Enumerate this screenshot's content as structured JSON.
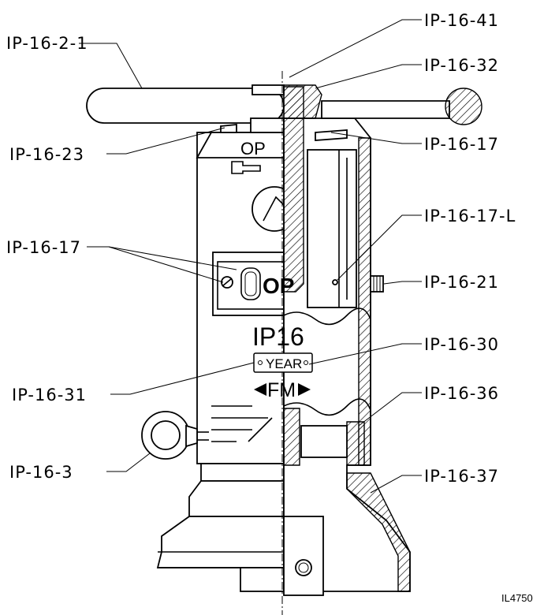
{
  "labels": {
    "ip_16_2_1": "IP-16-2-1",
    "ip_16_41": "IP-16-41",
    "ip_16_32": "IP-16-32",
    "ip_16_23": "IP-16-23",
    "ip_16_17_top": "IP-16-17",
    "ip_16_17_left": "IP-16-17",
    "ip_16_17_l": "IP-16-17-L",
    "ip_16_21": "IP-16-21",
    "ip_16_30": "IP-16-30",
    "ip_16_31": "IP-16-31",
    "ip_16_36": "IP-16-36",
    "ip_16_3": "IP-16-3",
    "ip_16_37": "IP-16-37"
  },
  "markings": {
    "model": "IP16",
    "year": "YEAR",
    "fm": "FM",
    "op_upper": "OP",
    "op_window": "OP"
  },
  "figure_id": "IL4750"
}
